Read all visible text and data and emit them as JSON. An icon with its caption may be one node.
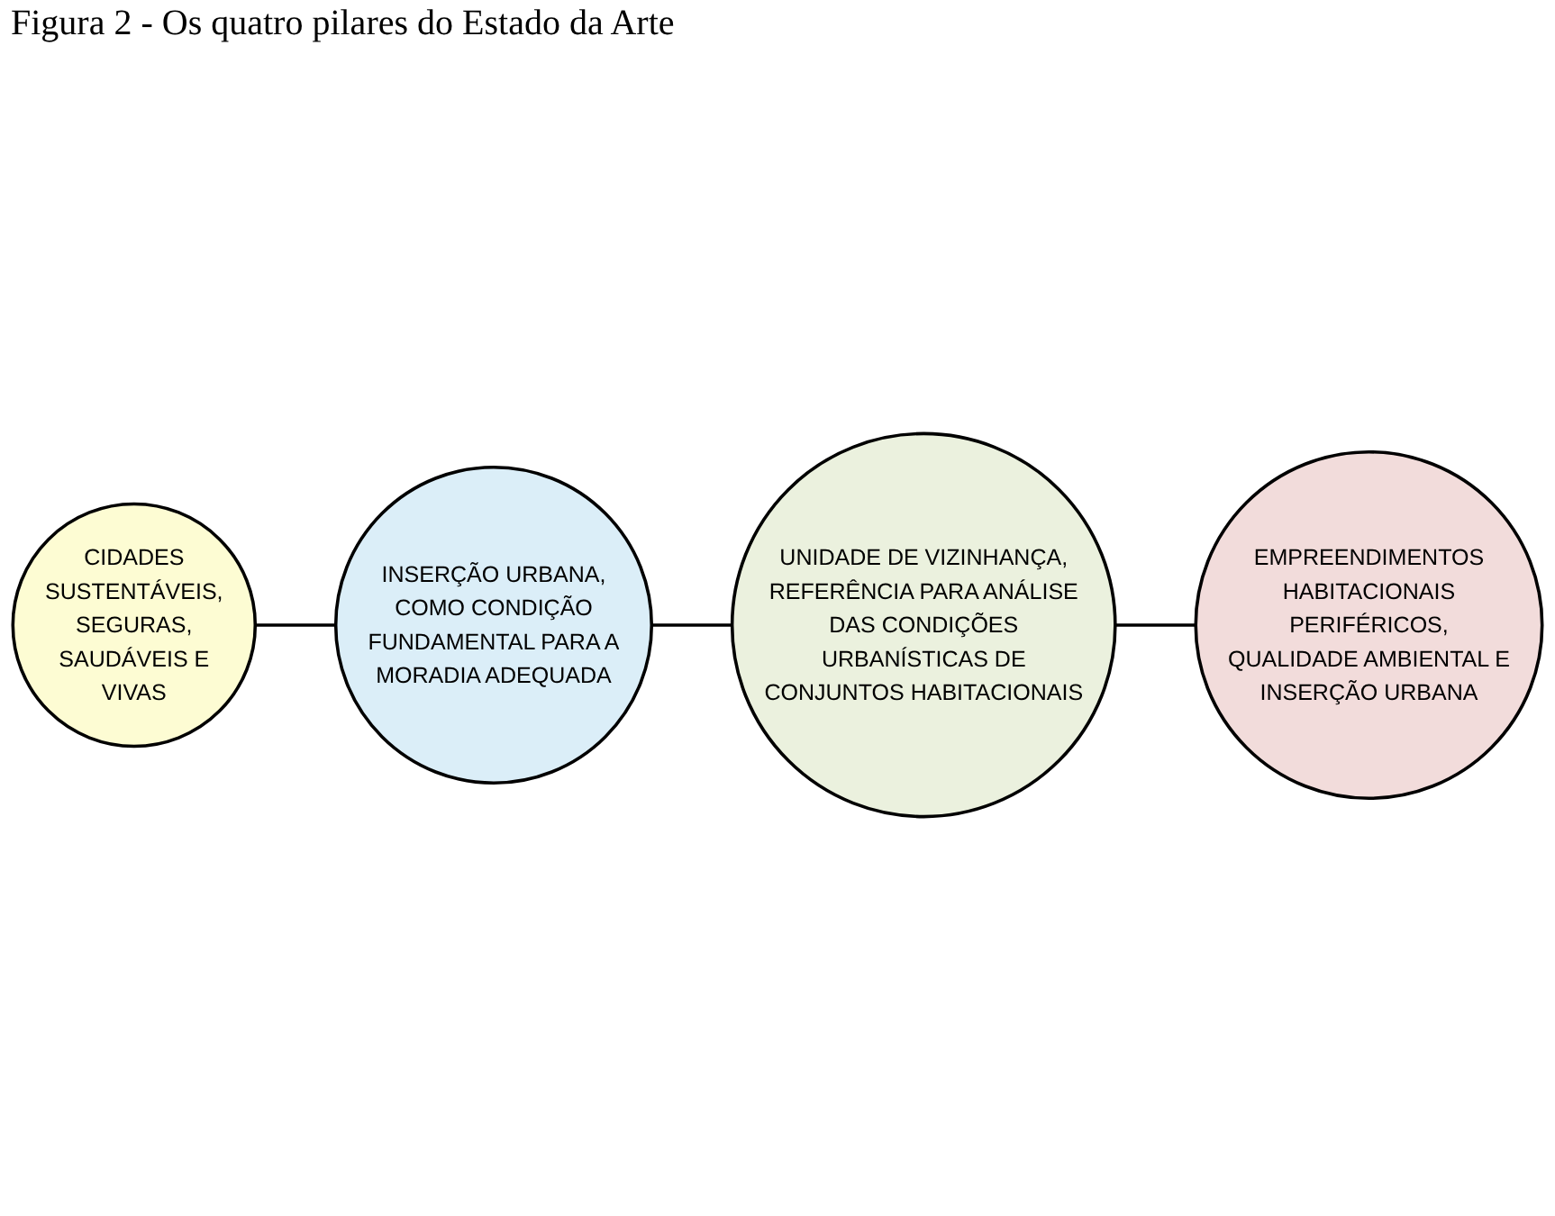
{
  "diagram": {
    "title": "Figura 2 - Os quatro pilares do Estado da Arte",
    "nodes": [
      {
        "text": [
          "CIDADES SUSTENTÁVEIS, SEGURAS, SAUDÁVEIS E VIVAS"
        ]
      },
      {
        "text": [
          "INSERÇÃO URBANA, COMO CONDIÇÃO FUNDAMENTAL PARA A MORADIA ADEQUADA"
        ]
      },
      {
        "text": [
          "UNIDADE DE VIZINHANÇA, REFERÊNCIA PARA ANÁLISE DAS CONDIÇÕES URBANÍSTICAS DE CONJUNTOS HABITACIONAIS"
        ]
      },
      {
        "text": [
          "EMPREENDIMENTOS HABITACIONAIS PERIFÉRICOS, QUALIDADE AMBIENTAL E INSERÇÃO URBANA"
        ]
      }
    ],
    "edges": [
      {
        "from": 0,
        "to": 1,
        "arrow": "none"
      },
      {
        "from": 1,
        "to": 2,
        "arrow": "none"
      },
      {
        "from": 2,
        "to": 3,
        "arrow": "none"
      }
    ]
  }
}
